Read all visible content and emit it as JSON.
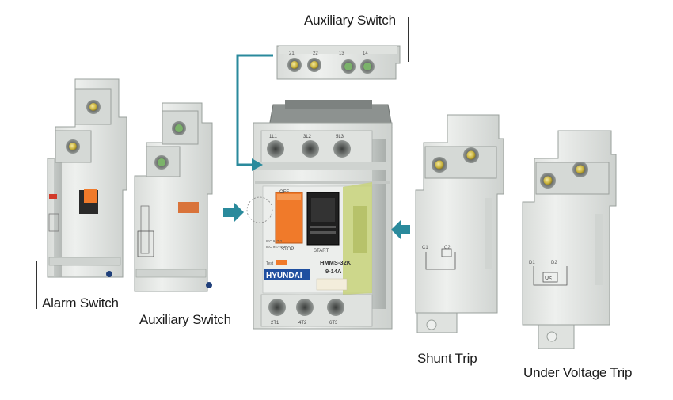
{
  "labels": {
    "auxiliary_switch_top": "Auxiliary Switch",
    "alarm_switch": "Alarm Switch",
    "auxiliary_switch_side": "Auxiliary Switch",
    "shunt_trip": "Shunt Trip",
    "under_voltage_trip": "Under Voltage Trip"
  },
  "breaker": {
    "brand": "HYUNDAI",
    "model": "HMMS-32K",
    "range": "9-14A",
    "stop_label": "STOP",
    "start_label": "START",
    "off_label": "OFF",
    "test_label": "Test",
    "terminals_top": [
      "1L1",
      "3L2",
      "5L3"
    ],
    "terminals_bottom": [
      "2T1",
      "4T2",
      "6T3"
    ],
    "standard_text_1": "IEC 947-2",
    "standard_text_2": "IEC 947-4-1"
  },
  "aux_block_terminals": [
    "21",
    "22",
    "13",
    "14"
  ],
  "shunt_terminals": [
    "C1",
    "C2"
  ],
  "uvt_terminals": [
    "D1",
    "D2"
  ],
  "uvt_symbol": "U<",
  "colors": {
    "accent_arrow": "#2a8a9c",
    "device_body": "#e6e8e6",
    "device_shadow": "#c8ccc9",
    "stop_button": "#f07a2a",
    "start_button": "#1f1f1f",
    "brand_blue": "#1f4fa0",
    "nameplate_green": "#c8d27a",
    "indicator_red": "#d23a2a",
    "screw_yellow": "#c9b23a"
  }
}
